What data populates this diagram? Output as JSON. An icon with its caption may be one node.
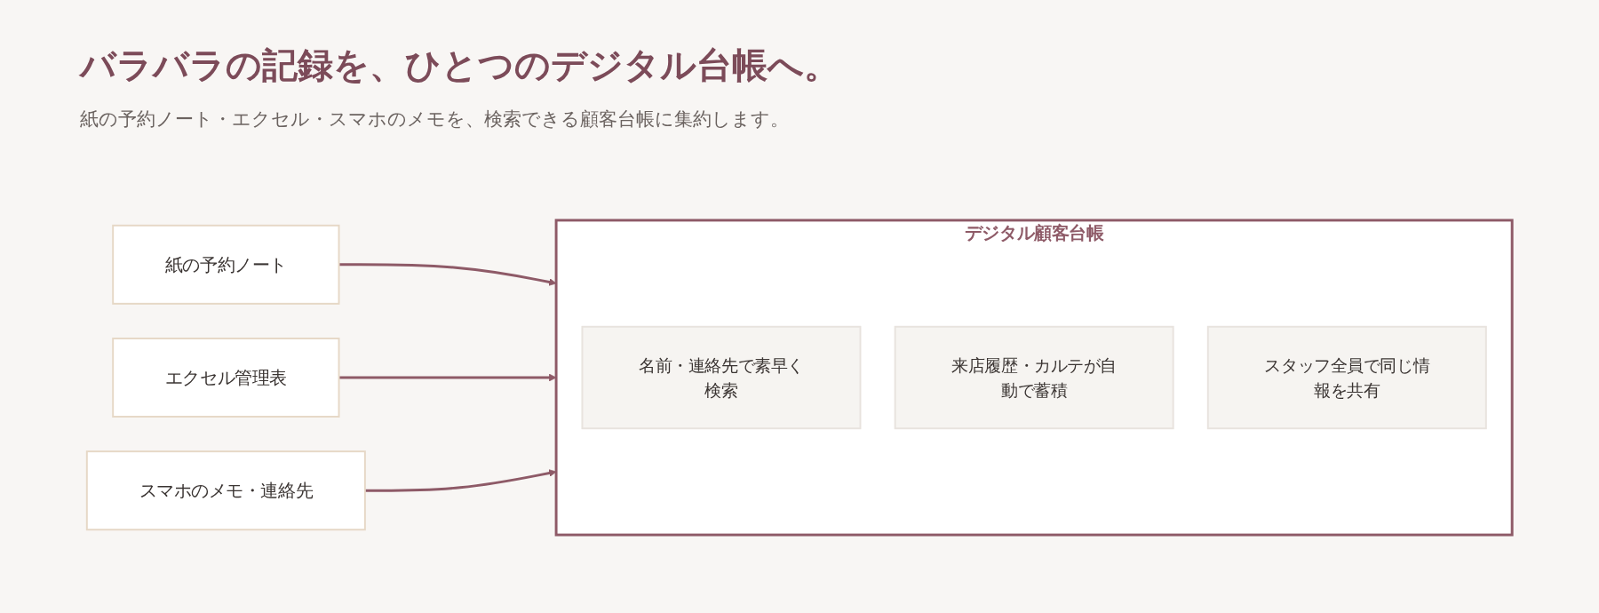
{
  "diagram": {
    "title": "バラバラの記録を、ひとつのデジタル台帳へ。",
    "caption": "紙の予約ノート・エクセル・スマホのメモを、検索できる顧客台帳に集約します。",
    "nodes": [
      {
        "text": [
          "紙の予約ノート"
        ]
      },
      {
        "text": [
          "エクセル管理表"
        ]
      },
      {
        "text": [
          "スマホのメモ・連絡先"
        ]
      },
      {
        "text": [
          "デジタル顧客台帳"
        ]
      },
      {
        "text": [
          "名前・連絡先で素早く検索"
        ],
        "in": 3
      },
      {
        "text": [
          "来店履歴・カルテが自動で蓄積"
        ],
        "in": 3
      },
      {
        "text": [
          "スタッフ全員で同じ情報を共有"
        ],
        "in": 3
      }
    ],
    "edges": [
      {
        "from": 0,
        "to": 3,
        "arrow": "to"
      },
      {
        "from": 1,
        "to": 3,
        "arrow": "to"
      },
      {
        "from": 2,
        "to": 3,
        "arrow": "to"
      }
    ]
  }
}
